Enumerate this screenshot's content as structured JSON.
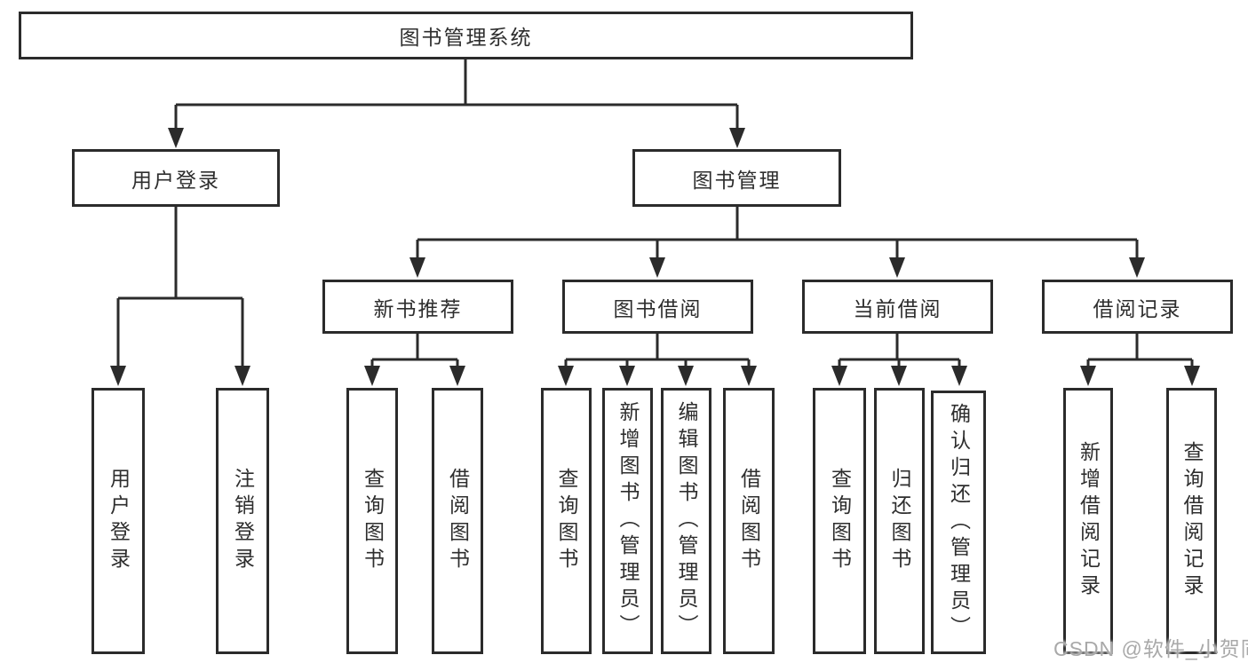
{
  "colors": {
    "line": "#2b2b2b",
    "box_border": "#2b2b2b",
    "text": "#2e2e2e",
    "background": "#ffffff",
    "watermark": "#a9a9a9"
  },
  "tree": {
    "root": {
      "label": "图书管理系统",
      "children": [
        {
          "label": "用户登录",
          "children": [
            {
              "label": "用户登录"
            },
            {
              "label": "注销登录"
            }
          ]
        },
        {
          "label": "图书管理",
          "children": [
            {
              "label": "新书推荐",
              "children": [
                {
                  "label": "查询图书"
                },
                {
                  "label": "借阅图书"
                }
              ]
            },
            {
              "label": "图书借阅",
              "children": [
                {
                  "label": "查询图书"
                },
                {
                  "label": "新增图书（管理员）"
                },
                {
                  "label": "编辑图书（管理员）"
                },
                {
                  "label": "借阅图书"
                }
              ]
            },
            {
              "label": "当前借阅",
              "children": [
                {
                  "label": "查询图书"
                },
                {
                  "label": "归还图书"
                },
                {
                  "label": "确认归还（管理员）"
                }
              ]
            },
            {
              "label": "借阅记录",
              "children": [
                {
                  "label": "新增借阅记录"
                },
                {
                  "label": "查询借阅记录"
                }
              ]
            }
          ]
        }
      ]
    }
  },
  "watermark": "CSDN @软件_小贺同学"
}
